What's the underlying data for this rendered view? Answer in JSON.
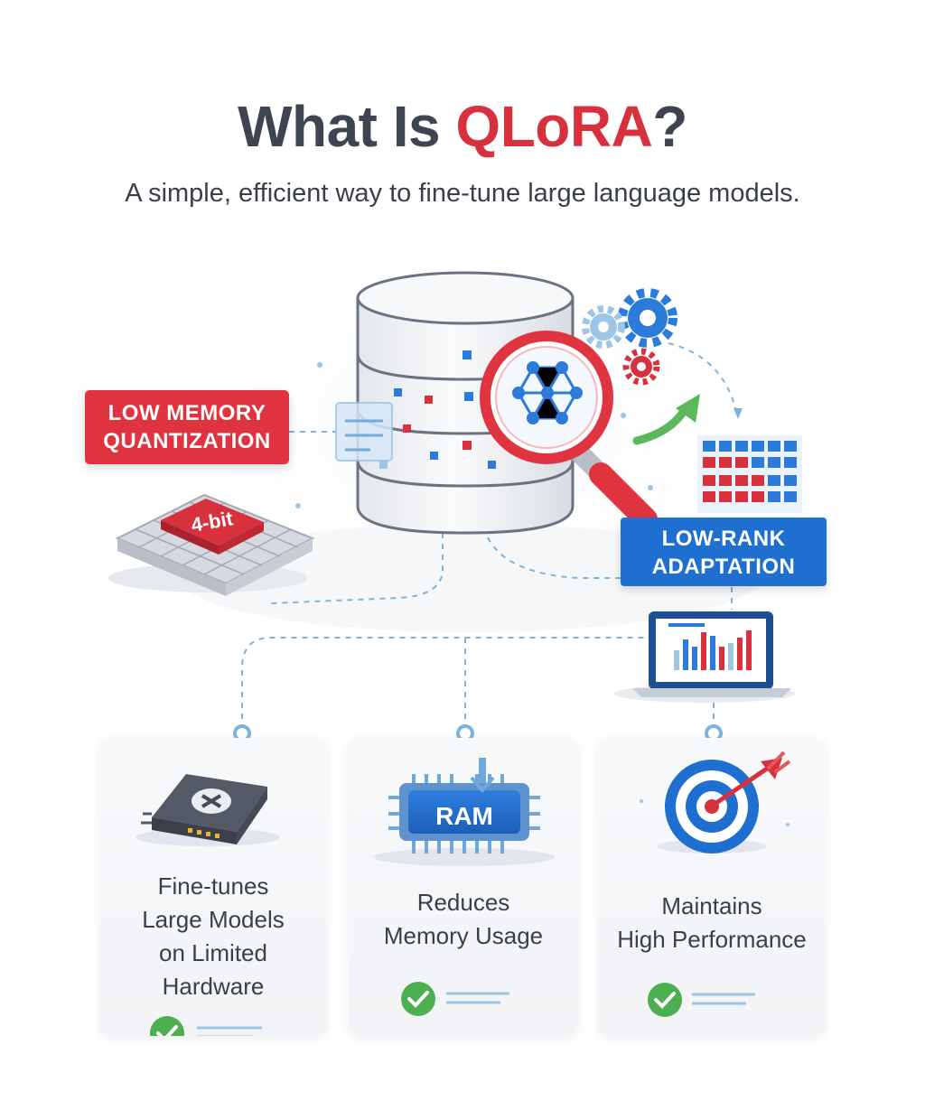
{
  "header": {
    "title_prefix": "What Is ",
    "title_accent": "QLoRA",
    "title_suffix": "?",
    "subtitle": "A simple, efficient way to fine-tune large language models."
  },
  "diagram": {
    "tags": {
      "quantization_line1": "LOW MEMORY",
      "quantization_line2": "QUANTIZATION",
      "adaptation_line1": "LOW-RANK",
      "adaptation_line2": "ADAPTATION"
    },
    "chip_label": "4-bit",
    "ram_label": "RAM"
  },
  "cards": [
    {
      "line1": "Fine-tunes",
      "line2": "Large Models",
      "line3": "on Limited",
      "line4": "Hardware"
    },
    {
      "line1": "Reduces",
      "line2": "Memory Usage"
    },
    {
      "line1": "Maintains",
      "line2": "High Performance"
    }
  ],
  "colors": {
    "accent_red": "#d8313e",
    "accent_blue": "#1f6fd0",
    "check_green": "#4caf50",
    "text_dark": "#3e4450"
  }
}
